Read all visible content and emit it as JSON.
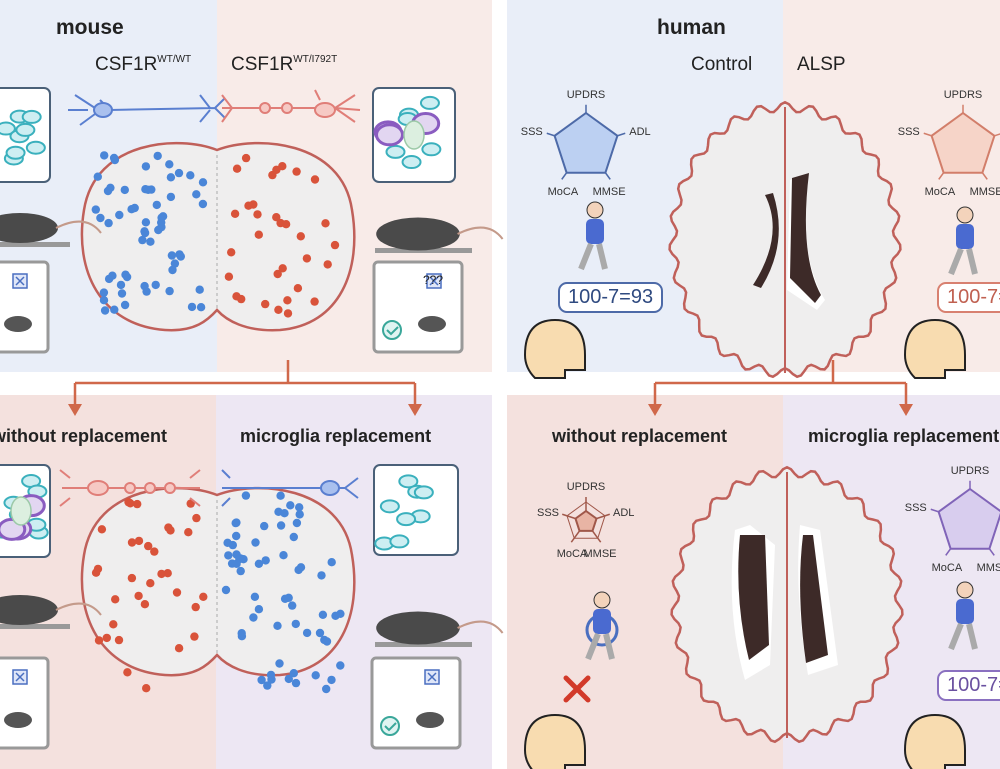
{
  "mouse_panel": {
    "title": "mouse",
    "genotypes": [
      {
        "base": "CSF1R",
        "sup": "WT/WT"
      },
      {
        "base": "CSF1R",
        "sup": "WT/I792T"
      }
    ],
    "test_question": "???",
    "bottom_sections": [
      "without replacement",
      "microglia replacement"
    ]
  },
  "human_panel": {
    "title": "human",
    "groups": [
      "Control",
      "ALSP"
    ],
    "radar_labels": [
      "UPDRS",
      "ADL",
      "MMSE",
      "MoCA",
      "SSS"
    ],
    "calculation_control": "100-7=93",
    "calculation_alsp": "100-7=",
    "calculation_replacement": "100-7=",
    "bottom_sections": [
      "without replacement",
      "microglia replacement"
    ]
  },
  "colors": {
    "control_bg": "#e9eef8",
    "disease_bg": "#f8ebe8",
    "disease_bg_dark": "#f4e1de",
    "replacement_bg": "#ede7f3",
    "arrow": "#d0684a",
    "blue_dot": "#4a86d8",
    "red_dot": "#d9533a",
    "outline": "#c0605a"
  }
}
